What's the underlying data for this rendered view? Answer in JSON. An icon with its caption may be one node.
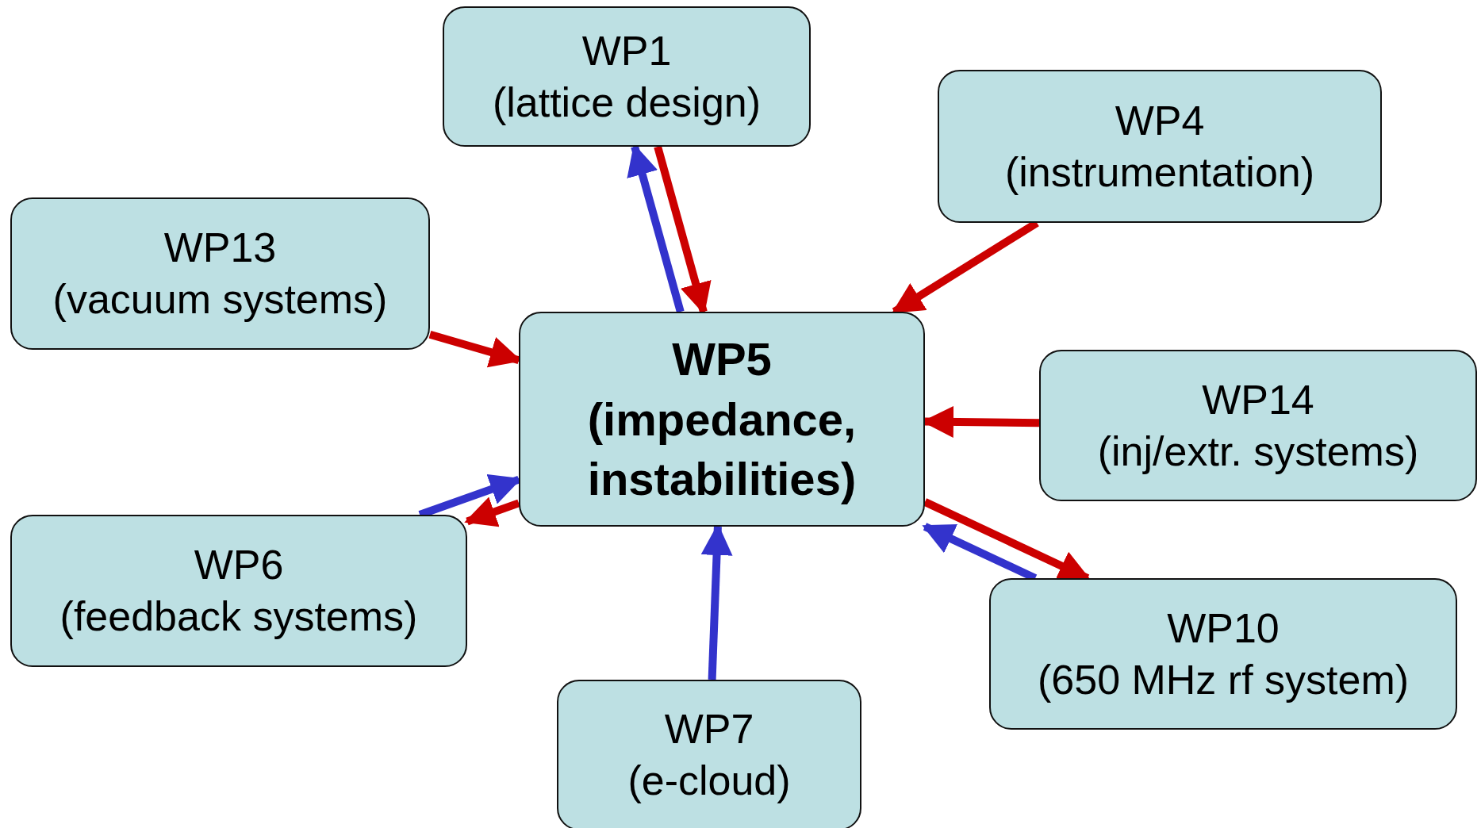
{
  "diagram": {
    "nodes": [
      {
        "text": [
          "WP1",
          "(lattice design)"
        ]
      },
      {
        "text": [
          "WP4",
          "(instrumentation)"
        ]
      },
      {
        "text": [
          "WP13",
          "(vacuum systems)"
        ]
      },
      {
        "text": [
          "WP5",
          "(impedance, instabilities)"
        ]
      },
      {
        "text": [
          "WP14",
          "(inj/extr. systems)"
        ]
      },
      {
        "text": [
          "WP6",
          "(feedback systems)"
        ]
      },
      {
        "text": [
          "WP10",
          "(650 MHz rf system)"
        ]
      },
      {
        "text": [
          "WP7",
          "(e-cloud)"
        ]
      }
    ],
    "edges": [
      {
        "from": 0,
        "to": 3,
        "arrow": "to"
      },
      {
        "from": 3,
        "to": 0,
        "arrow": "to",
        "color": "#3333cc"
      },
      {
        "from": 1,
        "to": 3,
        "arrow": "to"
      },
      {
        "from": 2,
        "to": 3,
        "arrow": "to"
      },
      {
        "from": 4,
        "to": 3,
        "arrow": "to"
      },
      {
        "from": 3,
        "to": 5,
        "arrow": "to"
      },
      {
        "from": 5,
        "to": 3,
        "arrow": "to",
        "color": "#3333cc"
      },
      {
        "from": 7,
        "to": 3,
        "arrow": "to",
        "color": "#3333cc"
      },
      {
        "from": 3,
        "to": 6,
        "arrow": "to"
      },
      {
        "from": 6,
        "to": 3,
        "arrow": "to",
        "color": "#3333cc"
      }
    ]
  }
}
